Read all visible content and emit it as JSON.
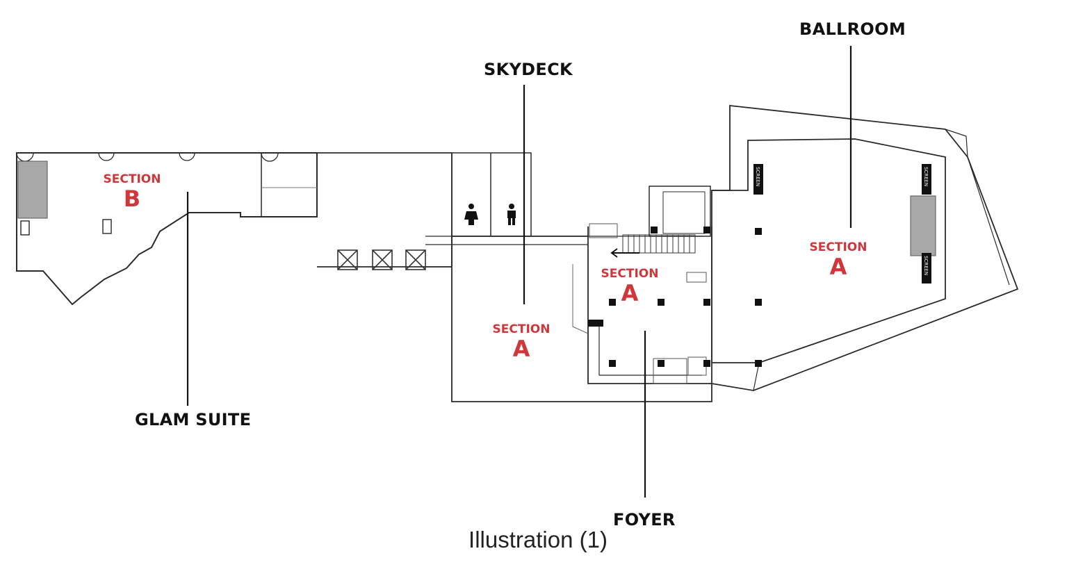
{
  "colors": {
    "section_label": "#d1363a",
    "line": "#2a2a2a",
    "fixture": "#a8a8a8"
  },
  "callouts": {
    "ballroom": "BALLROOM",
    "skydeck": "SKYDECK",
    "glam_suite": "GLAM SUITE",
    "foyer": "FOYER"
  },
  "sections": {
    "glam_b": {
      "word": "SECTION",
      "letter": "B"
    },
    "skydeck_a": {
      "word": "SECTION",
      "letter": "A"
    },
    "foyer_a": {
      "word": "SECTION",
      "letter": "A"
    },
    "ballroom_a": {
      "word": "SECTION",
      "letter": "A"
    }
  },
  "screens": {
    "left": "SCREEN",
    "top": "SCREEN",
    "bottom": "SCREEN"
  },
  "icons": [
    "restroom-female-icon",
    "restroom-male-icon",
    "elevator-icon",
    "arrow-left-icon"
  ],
  "caption": "Illustration (1)"
}
